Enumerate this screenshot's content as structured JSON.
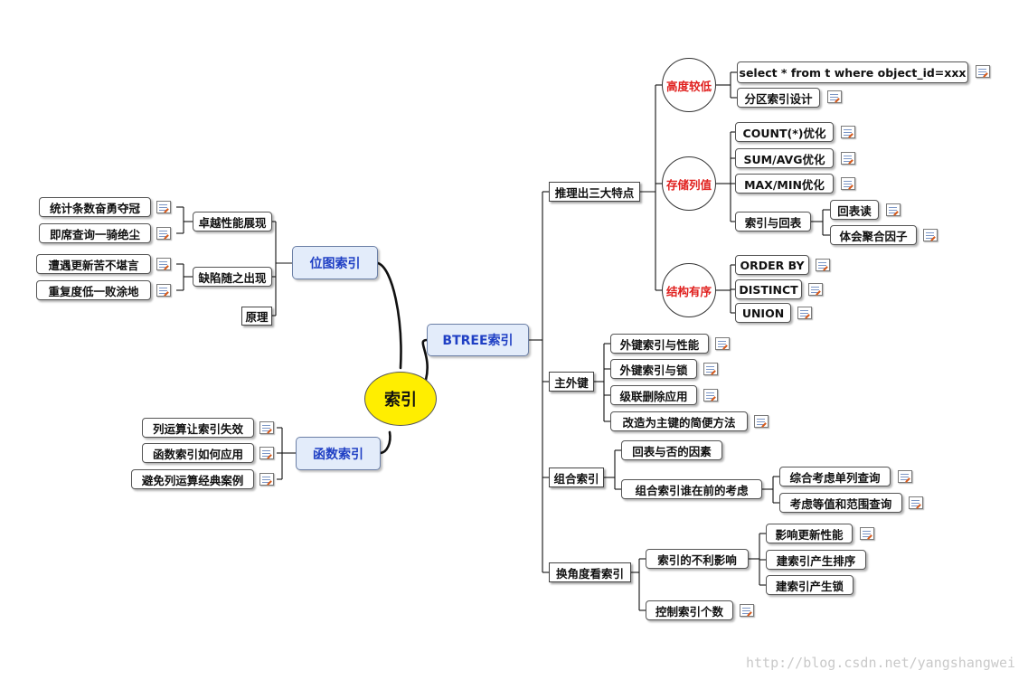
{
  "root": "索引",
  "branches": {
    "btree": "BTREE索引",
    "bitmap": "位图索引",
    "function": "函数索引"
  },
  "btree": {
    "three_features": {
      "label": "推理出三大特点",
      "low_height": {
        "label": "高度较低",
        "items": [
          "select * from t where object_id=xxx",
          "分区索引设计"
        ]
      },
      "stores_values": {
        "label": "存储列值",
        "items": [
          "COUNT(*)优化",
          "SUM/AVG优化",
          "MAX/MIN优化",
          "索引与回表"
        ],
        "sub_items": [
          "回表读",
          "体会聚合因子"
        ]
      },
      "ordered": {
        "label": "结构有序",
        "items": [
          "ORDER BY",
          "DISTINCT",
          "UNION"
        ]
      }
    },
    "foreign_key": {
      "label": "主外键",
      "items": [
        "外键索引与性能",
        "外键索引与锁",
        "级联删除应用",
        "改造为主键的简便方法"
      ]
    },
    "composite": {
      "label": "组合索引",
      "items": [
        "回表与否的因素",
        "组合索引谁在前的考虑"
      ],
      "sub_items": [
        "综合考虑单列查询",
        "考虑等值和范围查询"
      ]
    },
    "another_angle": {
      "label": "换角度看索引",
      "items": [
        "索引的不利影响",
        "控制索引个数"
      ],
      "sub_items": [
        "影响更新性能",
        "建索引产生排序",
        "建索引产生锁"
      ]
    }
  },
  "bitmap": {
    "performance": {
      "label": "卓越性能展现",
      "items": [
        "统计条数奋勇夺冠",
        "即席查询一骑绝尘"
      ]
    },
    "defects": {
      "label": "缺陷随之出现",
      "items": [
        "遭遇更新苦不堪言",
        "重复度低一败涂地"
      ]
    },
    "principle": "原理"
  },
  "function": {
    "items": [
      "列运算让索引失效",
      "函数索引如何应用",
      "避免列运算经典案例"
    ]
  },
  "watermark": "http://blog.csdn.net/yangshangwei",
  "colors": {
    "root_fill": "#ffee00",
    "branch_fill": "#e3ecfa",
    "branch_text": "#1f3fc4",
    "circle_text": "#e0201e"
  },
  "icons": {
    "note": "note-icon"
  }
}
